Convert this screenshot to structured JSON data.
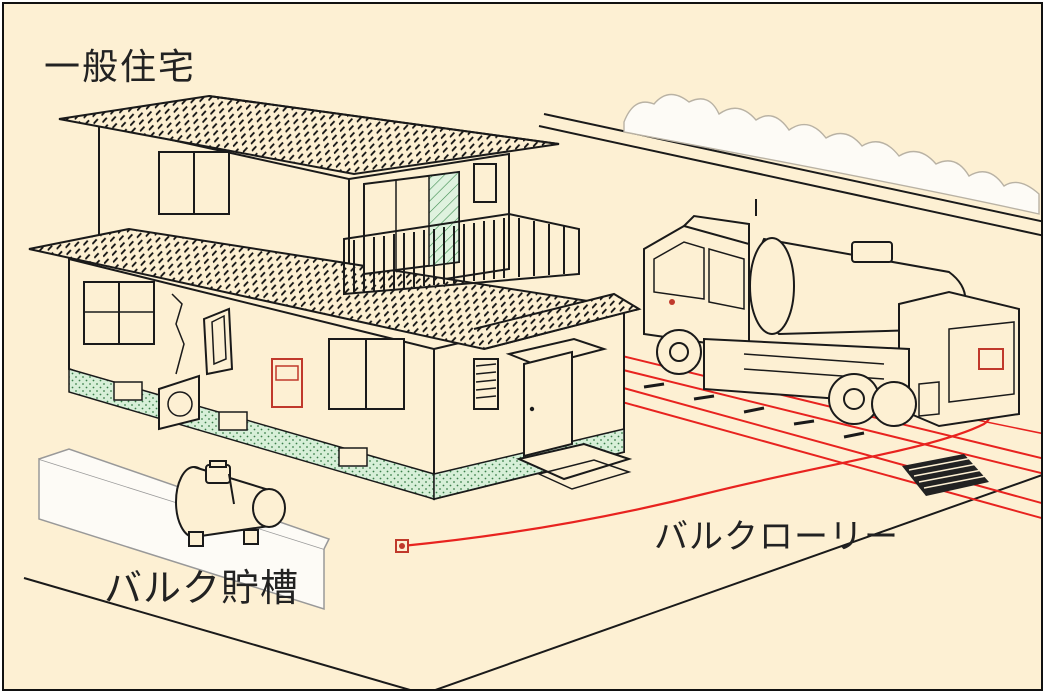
{
  "labels": {
    "house": "一般住宅",
    "lorry": "バルクローリー",
    "tank": "バルク貯槽"
  },
  "colors": {
    "background": "#fdf0d3",
    "line": "#1a1a1a",
    "hose": "#e8231f",
    "foundation": "#d7efd8"
  },
  "icons": [
    "house-icon",
    "tank-truck-icon",
    "storage-tank-icon",
    "hedge-icon",
    "hose-icon"
  ]
}
